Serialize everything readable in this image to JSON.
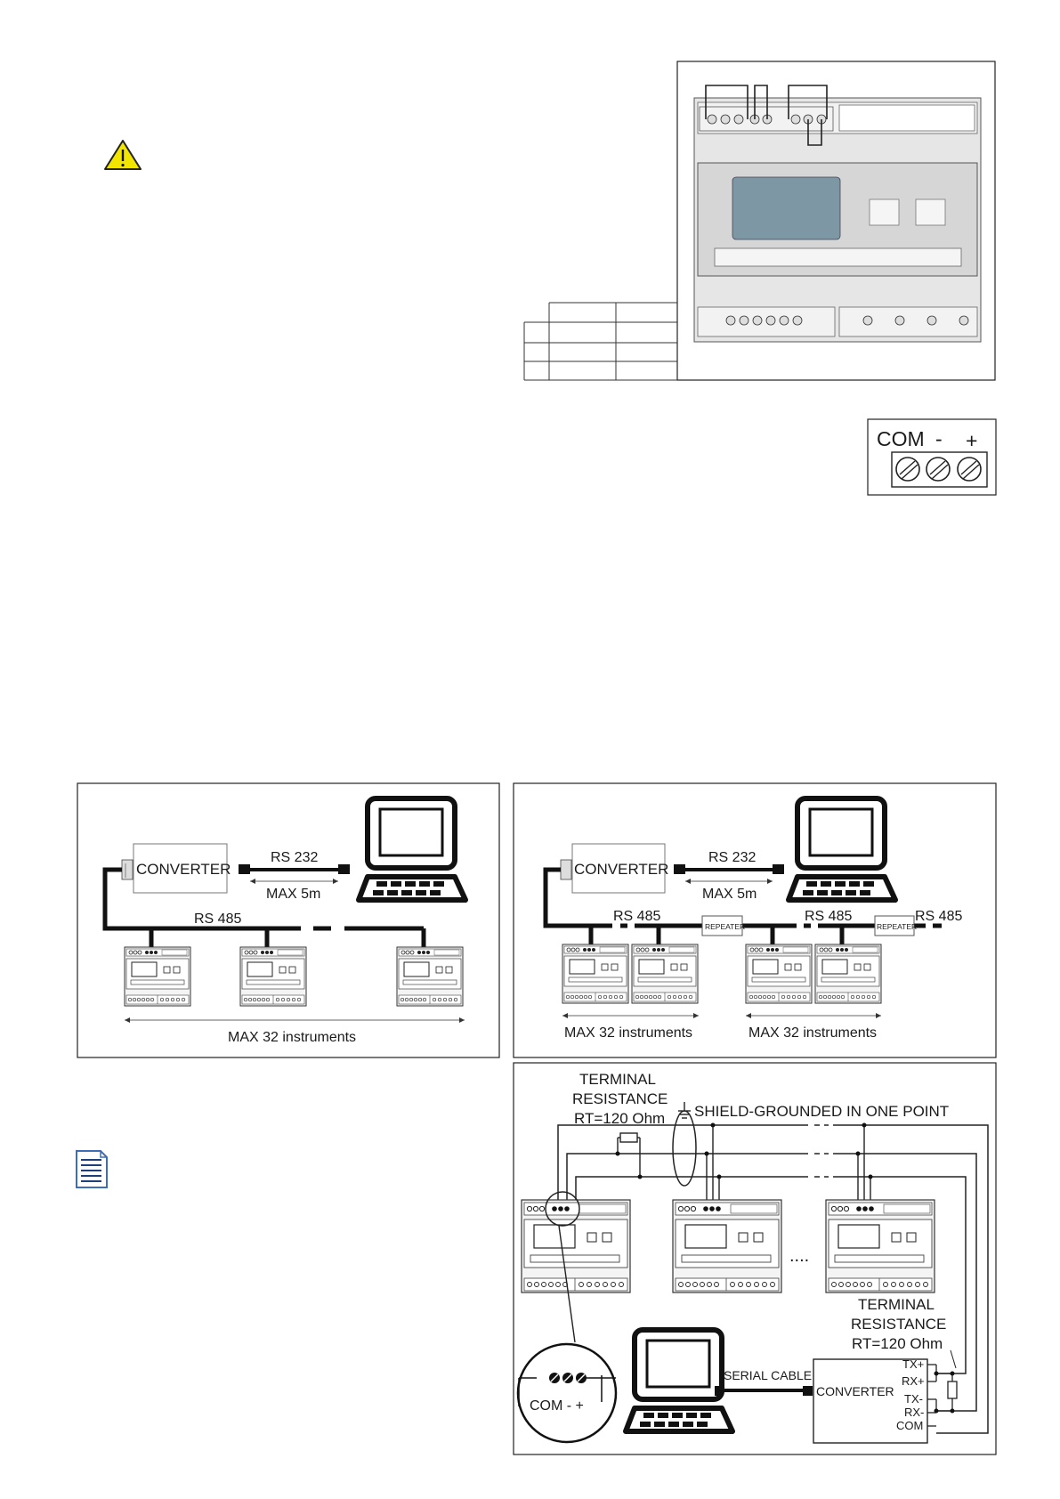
{
  "terminal_block": {
    "com": "COM",
    "minus": "-",
    "plus": "+"
  },
  "fig_left": {
    "converter": "CONVERTER",
    "rs232": "RS 232",
    "max5m": "MAX 5m",
    "rs485": "RS 485",
    "max32": "MAX 32 instruments"
  },
  "fig_right": {
    "converter": "CONVERTER",
    "rs232": "RS 232",
    "max5m": "MAX 5m",
    "rs485_1": "RS 485",
    "rs485_2": "RS 485",
    "rs485_3": "RS 485",
    "repeater": "REPEATER",
    "max32_a": "MAX 32 instruments",
    "max32_b": "MAX 32 instruments"
  },
  "fig_wiring": {
    "term_res_top": [
      "TERMINAL",
      "RESISTANCE",
      "RT=120 Ohm"
    ],
    "shield": "SHIELD-GROUNDED IN ONE POINT",
    "term_res_bottom": [
      "TERMINAL",
      "RESISTANCE",
      "RT=120 Ohm"
    ],
    "serial_cable": "SERIAL CABLE",
    "converter": "CONVERTER",
    "tx_plus": "TX+",
    "rx_plus": "RX+",
    "tx_minus": "TX-",
    "rx_minus": "RX-",
    "com": "COM",
    "zoom_label": "COM -  +",
    "dots": "....",
    "dash": "- -"
  },
  "colors": {
    "warning_yellow": "#f2e600",
    "lcd_blue": "#7e97a4",
    "panel_grey": "#d6d6d6",
    "note_blue": "#3c6fb5"
  }
}
